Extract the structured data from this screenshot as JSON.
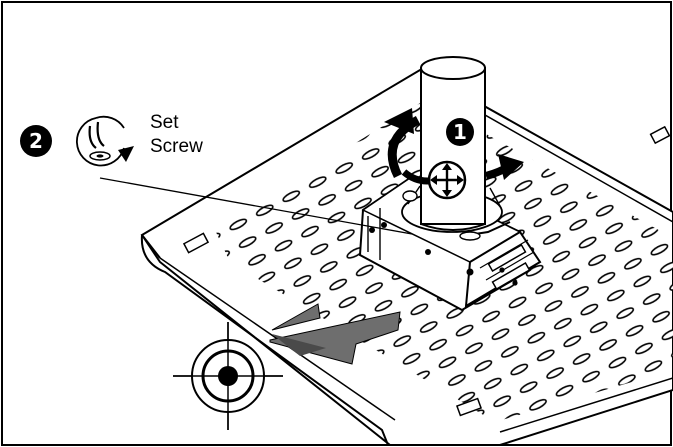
{
  "callouts": {
    "step_one": {
      "number": "1"
    },
    "step_two": {
      "number": "2",
      "label_line1": "Set",
      "label_line2": "Screw"
    }
  },
  "icons": {
    "step_two_icon": "set-screw-rotate-icon",
    "center_target": "crosshair-target-icon",
    "move_cross": "four-way-arrow-icon",
    "rotate_arrows": "rotate-arrow-icon",
    "slide_arrow": "slide-direction-arrow-icon"
  },
  "colors": {
    "line": "#000000",
    "background": "#ffffff",
    "arrow_gray": "#6e6e6e"
  }
}
